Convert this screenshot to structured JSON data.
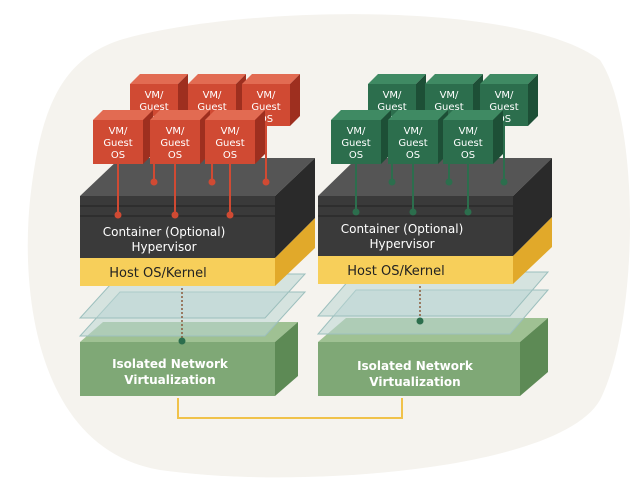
{
  "colors": {
    "blob": "#f5f3ee",
    "vm_red_front": "#d04a33",
    "vm_red_top": "#e26b52",
    "vm_red_side": "#9e2f1f",
    "vm_green_front": "#2c6e4d",
    "vm_green_top": "#3f8a63",
    "vm_green_side": "#1d4f36",
    "dark_layer": "#3a3a3a",
    "dark_layer_top": "#555555",
    "host_yellow": "#f7cf5a",
    "host_yellow_side": "#e1a92a",
    "net_green": "#7fa876",
    "net_green_top": "#9fc193",
    "net_green_side": "#5d8a55",
    "plane": "#b9d6d4",
    "link": "#f0c24a"
  },
  "vm_label_top": "VM/",
  "vm_label_mid": "Guest",
  "vm_label_bot": "OS",
  "stack_left": {
    "container_label": "Container (Optional)",
    "hypervisor_label": "Hypervisor",
    "host_label": "Host OS/Kernel",
    "network_label_1": "Isolated Network",
    "network_label_2": "Virtualization"
  },
  "stack_right": {
    "container_label": "Container (Optional)",
    "hypervisor_label": "Hypervisor",
    "host_label": "Host OS/Kernel",
    "network_label_1": "Isolated Network",
    "network_label_2": "Virtualization"
  }
}
